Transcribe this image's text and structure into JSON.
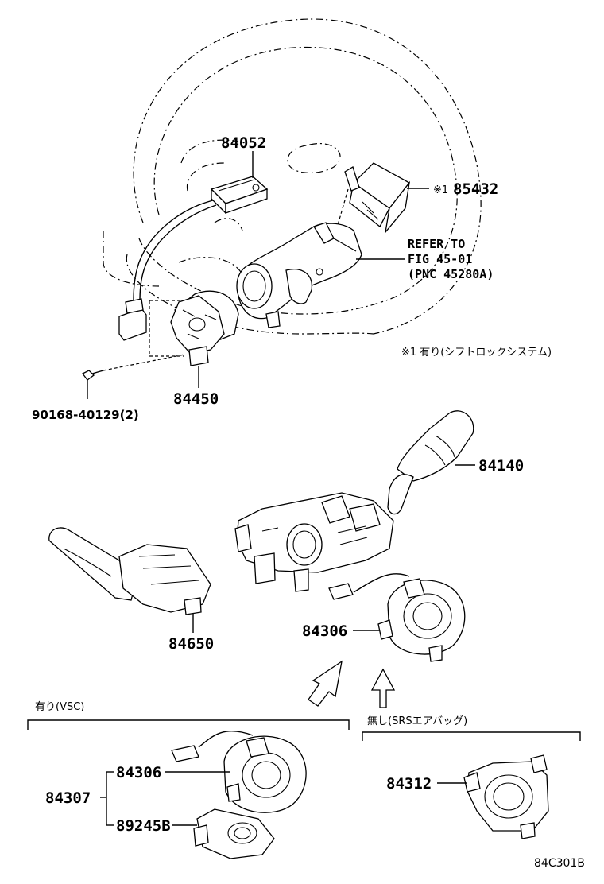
{
  "callouts": {
    "p84052": "84052",
    "p85432": "85432",
    "mark85432": "※1",
    "refer1": "REFER TO",
    "refer2": "FIG 45-01",
    "refer3": "(PNC 45280A)",
    "note": "※1  有り(シフトロックシステム)",
    "p84450": "84450",
    "p90168": "90168-40129(2)",
    "p84140": "84140",
    "p84650": "84650",
    "p84306a": "84306",
    "groupVsc": "有り(VSC)",
    "groupSrs": "無し(SRSエアバッグ)",
    "p84306b": "84306",
    "p84307": "84307",
    "p89245B": "89245B",
    "p84312": "84312",
    "figcode": "84C301B"
  }
}
